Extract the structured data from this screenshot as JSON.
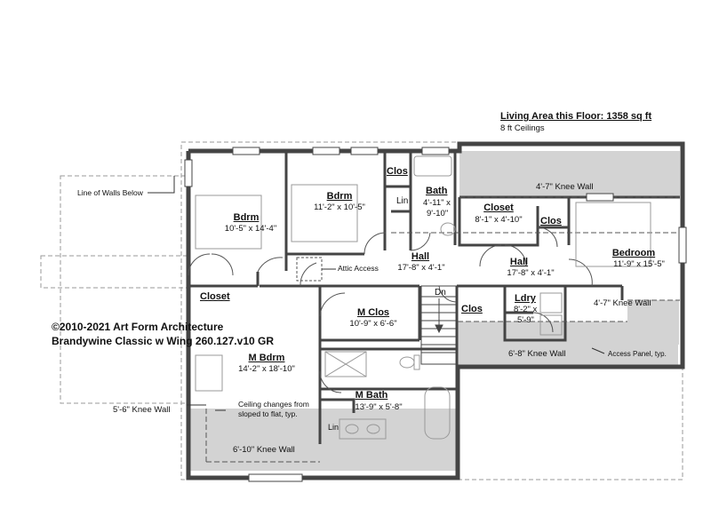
{
  "header": {
    "living_area": "Living Area this Floor: 1358 sq ft",
    "ceilings": "8 ft Ceilings"
  },
  "copyright": {
    "line1": "©2010-2021 Art Form Architecture",
    "line2": "Brandywine Classic w Wing 260.127.v10 GR"
  },
  "rooms": {
    "bdrm1": {
      "name": "Bdrm",
      "dims": "10'-5\" x 14'-4\""
    },
    "bdrm2": {
      "name": "Bdrm",
      "dims": "11'-2\" x 10'-5\""
    },
    "clos_small": {
      "name": "Clos"
    },
    "lin_upper": {
      "name": "Lin"
    },
    "bath": {
      "name": "Bath",
      "dims_a": "4'-11\" x",
      "dims_b": "9'-10\""
    },
    "closet_right": {
      "name": "Closet",
      "dims": "8'-1\" x 4'-10\""
    },
    "clos_right": {
      "name": "Clos"
    },
    "bedroom": {
      "name": "Bedroom",
      "dims": "11'-9\" x 15'-5\""
    },
    "hall_left": {
      "name": "Hall",
      "dims": "17'-8\" x 4'-1\""
    },
    "hall_right": {
      "name": "Hall",
      "dims": "17'-8\" x 4'-1\""
    },
    "closet_left": {
      "name": "Closet"
    },
    "m_clos": {
      "name": "M Clos",
      "dims": "10'-9\" x 6'-6\""
    },
    "clos_stair": {
      "name": "Clos"
    },
    "ldry": {
      "name": "Ldry",
      "dims_a": "8'-2\" x",
      "dims_b": "5'-9\""
    },
    "m_bdrm": {
      "name": "M Bdrm",
      "dims": "14'-2\" x 18'-10\""
    },
    "m_bath": {
      "name": "M Bath",
      "dims": "13'-9\" x 5'-8\""
    },
    "lin_mbath": {
      "name": "Lin"
    }
  },
  "annotations": {
    "line_of_walls": "Line of Walls Below",
    "attic_access": "Attic Access",
    "knee_top": "4'-7\" Knee Wall",
    "knee_right": "4'-7\" Knee Wall",
    "knee_bottom_right": "6'-8\" Knee Wall",
    "access_panel": "Access Panel, typ.",
    "knee_left": "5'-6\" Knee Wall",
    "knee_bottom_left": "6'-10\" Knee Wall",
    "ceiling_changes_1": "Ceiling changes from",
    "ceiling_changes_2": "sloped to flat, typ.",
    "dn": "Dn"
  },
  "colors": {
    "wall": "#444444",
    "attic_fill": "#d3d3d3",
    "dashed": "#777777",
    "fixture": "#999999"
  }
}
